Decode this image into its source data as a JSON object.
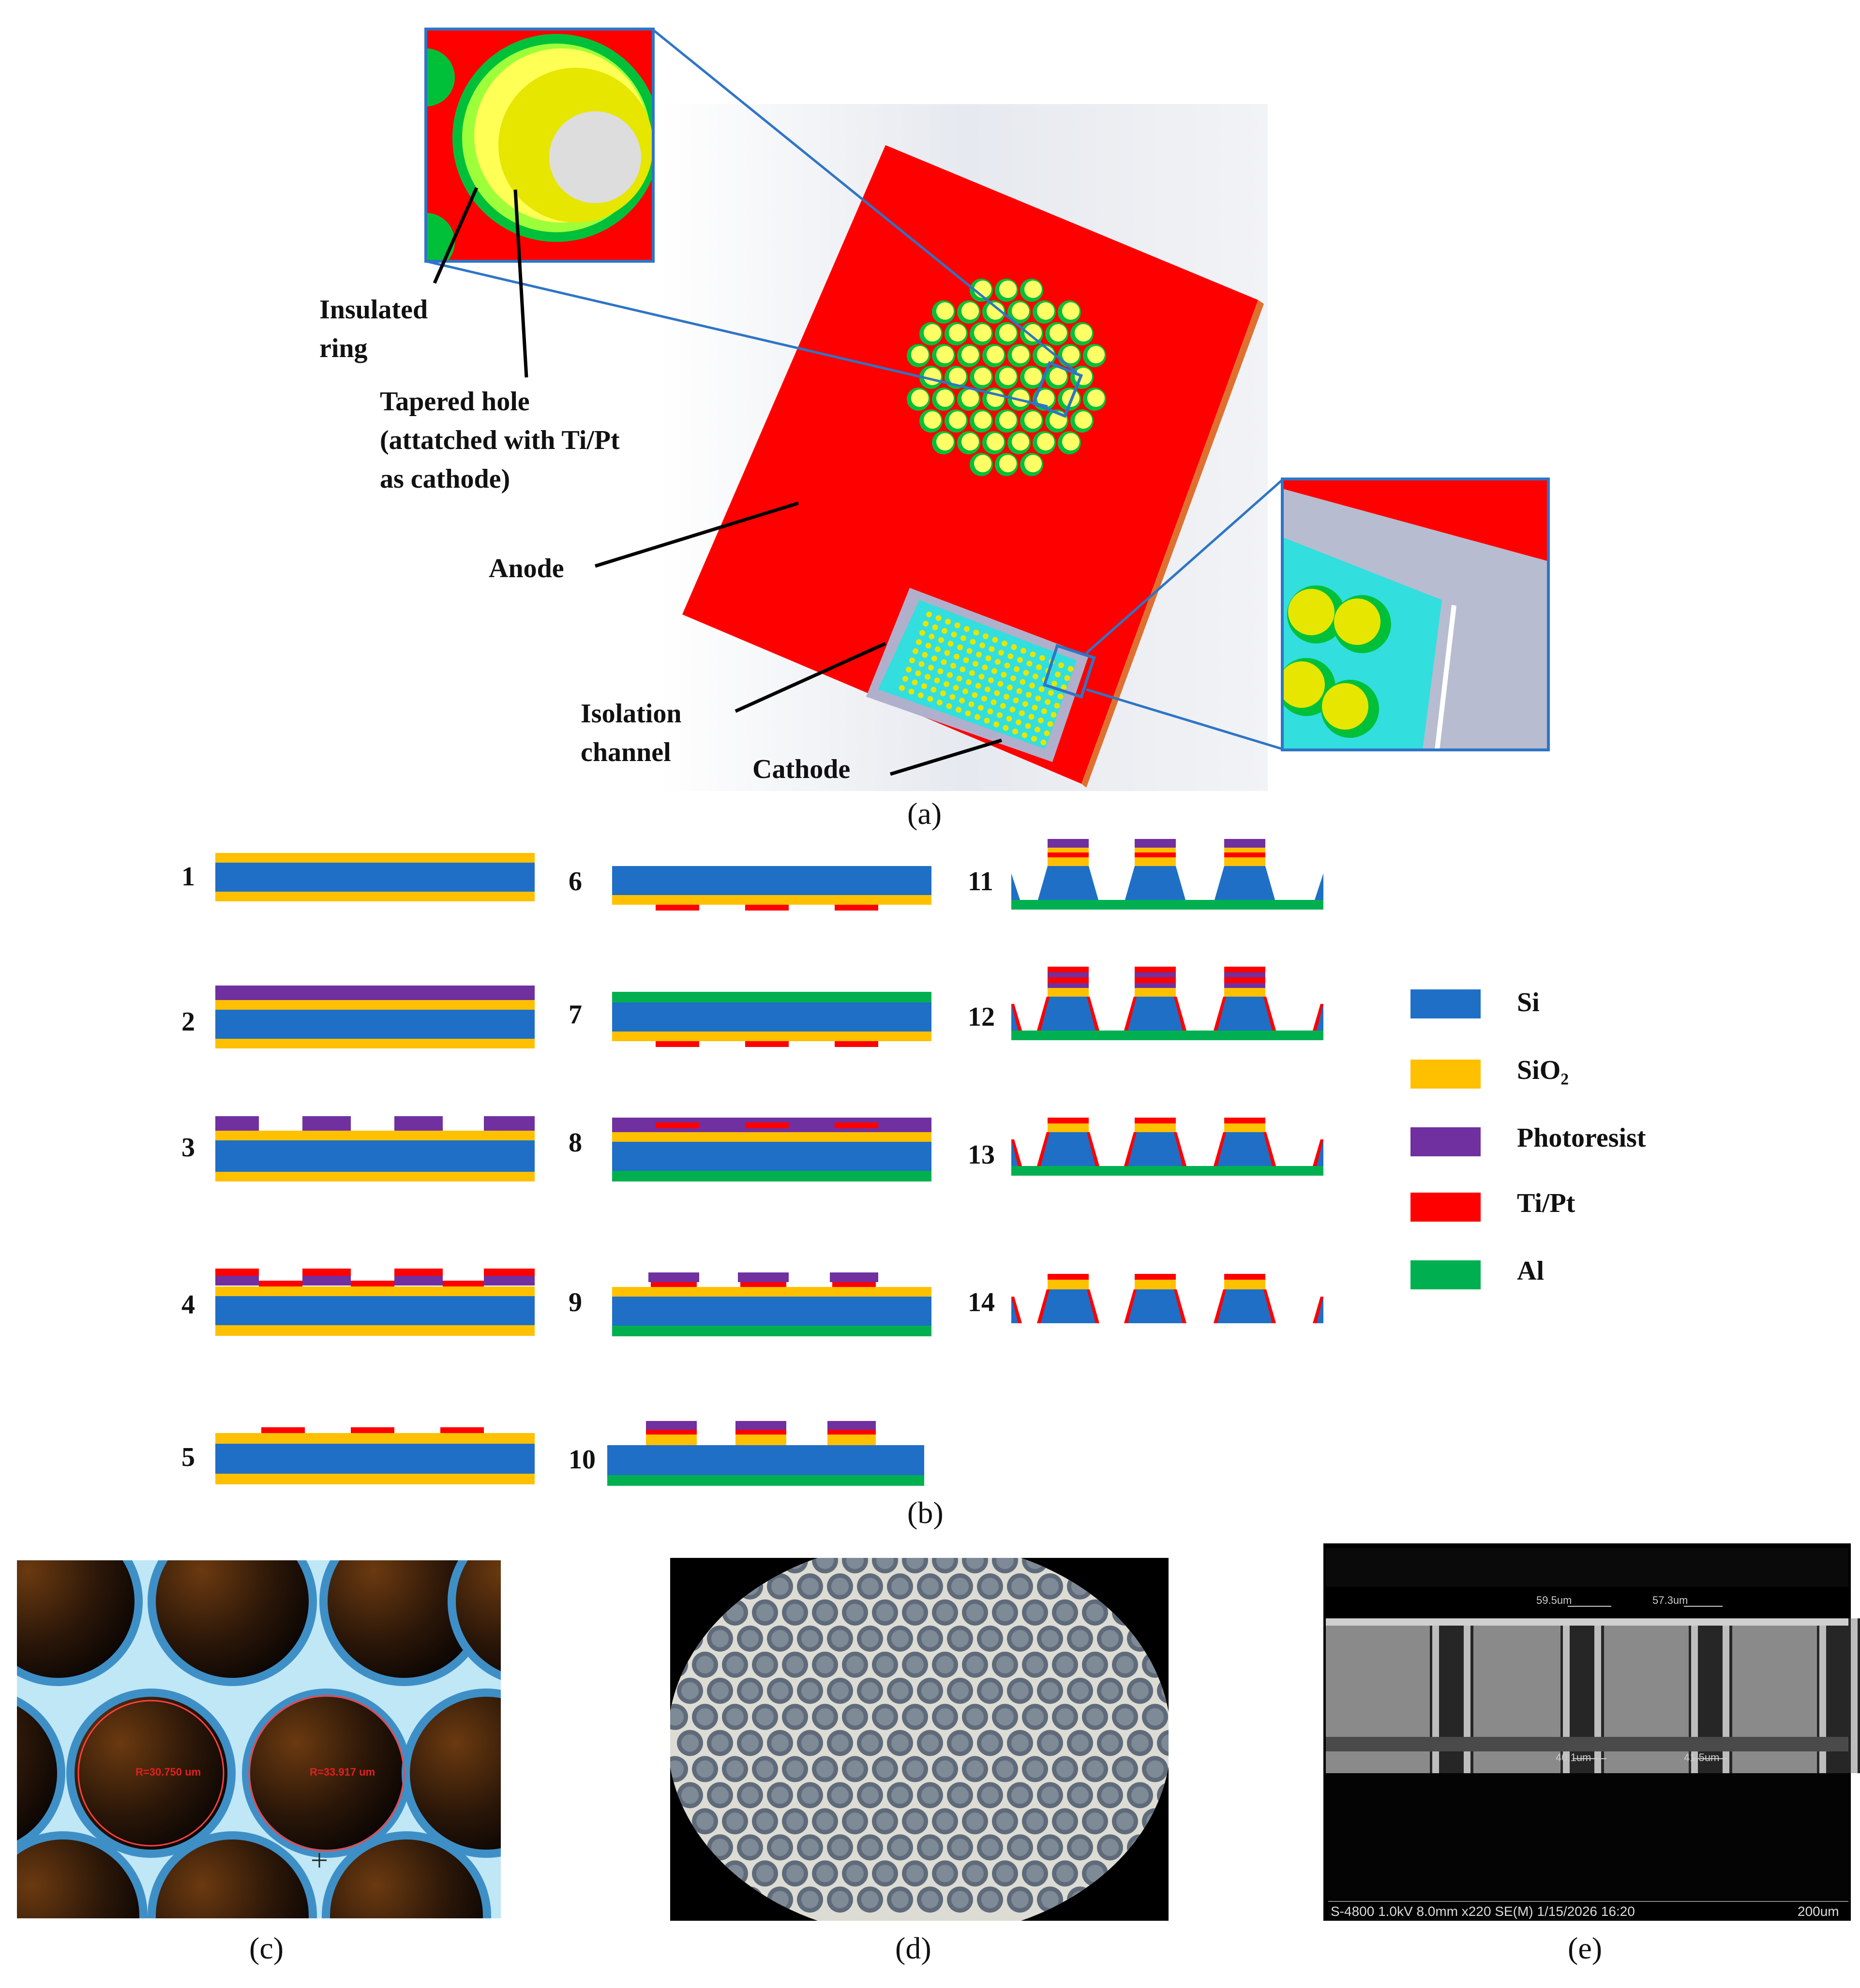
{
  "panel_a": {
    "caption": "(a)",
    "labels": {
      "insulated_ring": "Insulated\nring",
      "tapered_hole": "Tapered hole\n(attatched with Ti/Pt\nas cathode)",
      "anode": "Anode",
      "isolation_channel": "Isolation\nchannel",
      "cathode": "Cathode"
    }
  },
  "panel_b": {
    "caption": "(b)",
    "steps": [
      "1",
      "2",
      "3",
      "4",
      "5",
      "6",
      "7",
      "8",
      "9",
      "10",
      "11",
      "12",
      "13",
      "14"
    ],
    "legend": [
      {
        "name": "Si",
        "color": "#1f6fc6"
      },
      {
        "name": "SiO₂",
        "color": "#ffc000"
      },
      {
        "name": "Photoresist",
        "color": "#7030a0"
      },
      {
        "name": "Ti/Pt",
        "color": "#ff0000"
      },
      {
        "name": "Al",
        "color": "#00b050"
      }
    ]
  },
  "panel_c": {
    "caption": "(c)",
    "radius_labels": [
      "R=30.750 um",
      "R=33.917 um"
    ]
  },
  "panel_d": {
    "caption": "(d)"
  },
  "panel_e": {
    "caption": "(e)",
    "measurements_top": [
      "59.5um",
      "57.3um"
    ],
    "measurements_bottom": [
      "40.1um",
      "41.5um"
    ],
    "footer_info": "S-4800 1.0kV 8.0mm x220 SE(M) 1/15/2026 16:20",
    "scale_label": "200um"
  },
  "colors": {
    "si": "#1f6fc6",
    "sio2": "#ffc000",
    "photoresist": "#7030a0",
    "tipt": "#ff0000",
    "al": "#00b050",
    "anode_red": "#ff0000",
    "frame_blue": "#2e75c6"
  }
}
